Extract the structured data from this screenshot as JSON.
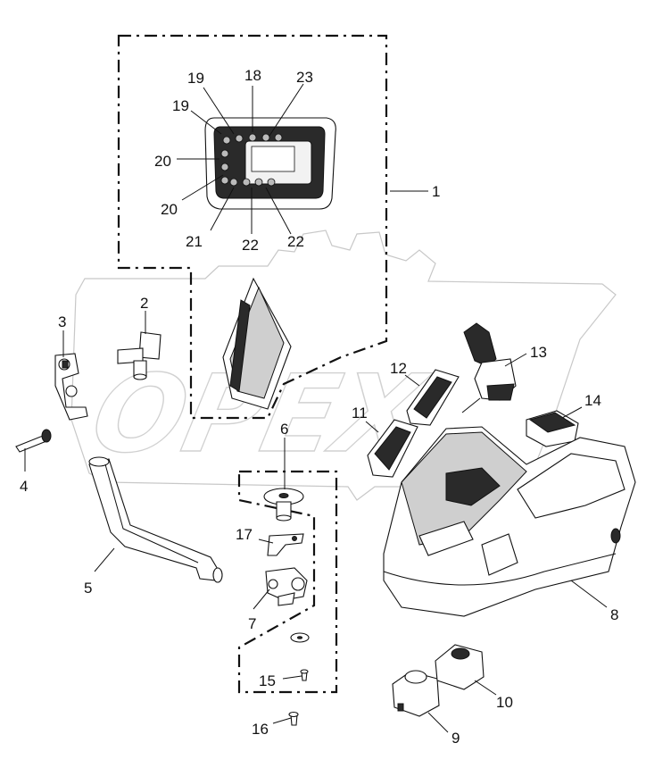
{
  "watermark": {
    "logo_text": "OPEX"
  },
  "callouts": [
    {
      "key": "c1",
      "label": "1"
    },
    {
      "key": "c2",
      "label": "2"
    },
    {
      "key": "c3",
      "label": "3"
    },
    {
      "key": "c4",
      "label": "4"
    },
    {
      "key": "c5",
      "label": "5"
    },
    {
      "key": "c6",
      "label": "6"
    },
    {
      "key": "c7",
      "label": "7"
    },
    {
      "key": "c8",
      "label": "8"
    },
    {
      "key": "c9",
      "label": "9"
    },
    {
      "key": "c10",
      "label": "10"
    },
    {
      "key": "c11",
      "label": "11"
    },
    {
      "key": "c12",
      "label": "12"
    },
    {
      "key": "c13",
      "label": "13"
    },
    {
      "key": "c14",
      "label": "14"
    },
    {
      "key": "c15",
      "label": "15"
    },
    {
      "key": "c16",
      "label": "16"
    },
    {
      "key": "c17",
      "label": "17"
    },
    {
      "key": "c18",
      "label": "18"
    },
    {
      "key": "c19a",
      "label": "19"
    },
    {
      "key": "c19b",
      "label": "19"
    },
    {
      "key": "c20a",
      "label": "20"
    },
    {
      "key": "c20b",
      "label": "20"
    },
    {
      "key": "c21",
      "label": "21"
    },
    {
      "key": "c22a",
      "label": "22"
    },
    {
      "key": "c22b",
      "label": "22"
    },
    {
      "key": "c23",
      "label": "23"
    }
  ]
}
